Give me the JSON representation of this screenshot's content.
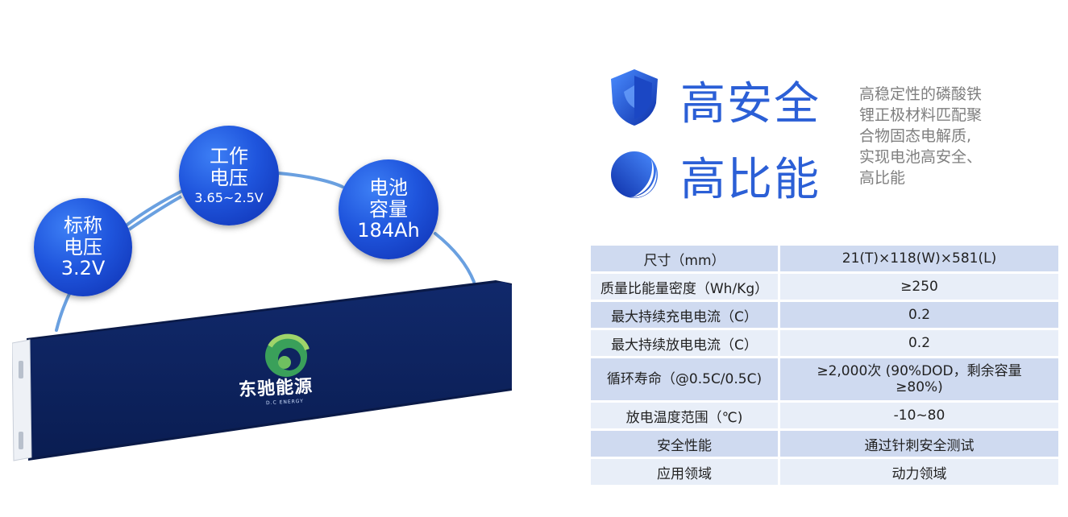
{
  "bubbles": {
    "nominal": {
      "line1": "标称",
      "line2": "电压",
      "line3": "3.2V"
    },
    "working": {
      "line1": "工作",
      "line2": "电压",
      "line3": "3.65~2.5V"
    },
    "capacity": {
      "line1": "电池",
      "line2": "容量",
      "line3": "184Ah"
    }
  },
  "battery": {
    "brand": "东驰能源",
    "brand_en": "D.C ENERGY"
  },
  "features": {
    "safety_title": "高安全",
    "energy_title": "高比能",
    "description_lines": [
      "高稳定性的磷酸铁",
      "锂正极材料匹配聚",
      "合物固态电解质,",
      "实现电池高安全、",
      "高比能"
    ]
  },
  "specs": [
    {
      "label": "尺寸（mm）",
      "value": "21(T)×118(W)×581(L)"
    },
    {
      "label": "质量比能量密度（Wh/Kg）",
      "value": "≥250"
    },
    {
      "label": "最大持续充电电流（C）",
      "value": "0.2"
    },
    {
      "label": "最大持续放电电流（C）",
      "value": "0.2"
    },
    {
      "label": "循环寿命（@0.5C/0.5C)",
      "value": "≥2,000次 (90%DOD，剩余容量≥80%)"
    },
    {
      "label": "放电温度范围（℃)",
      "value": "-10~80"
    },
    {
      "label": "安全性能",
      "value": "通过针刺安全测试"
    },
    {
      "label": "应用领域",
      "value": "动力领域"
    }
  ],
  "colors": {
    "accent": "#2b5fd6",
    "battery": "#0b1f55",
    "table_dark": "#cfdaf0",
    "table_light": "#e8eef8"
  }
}
